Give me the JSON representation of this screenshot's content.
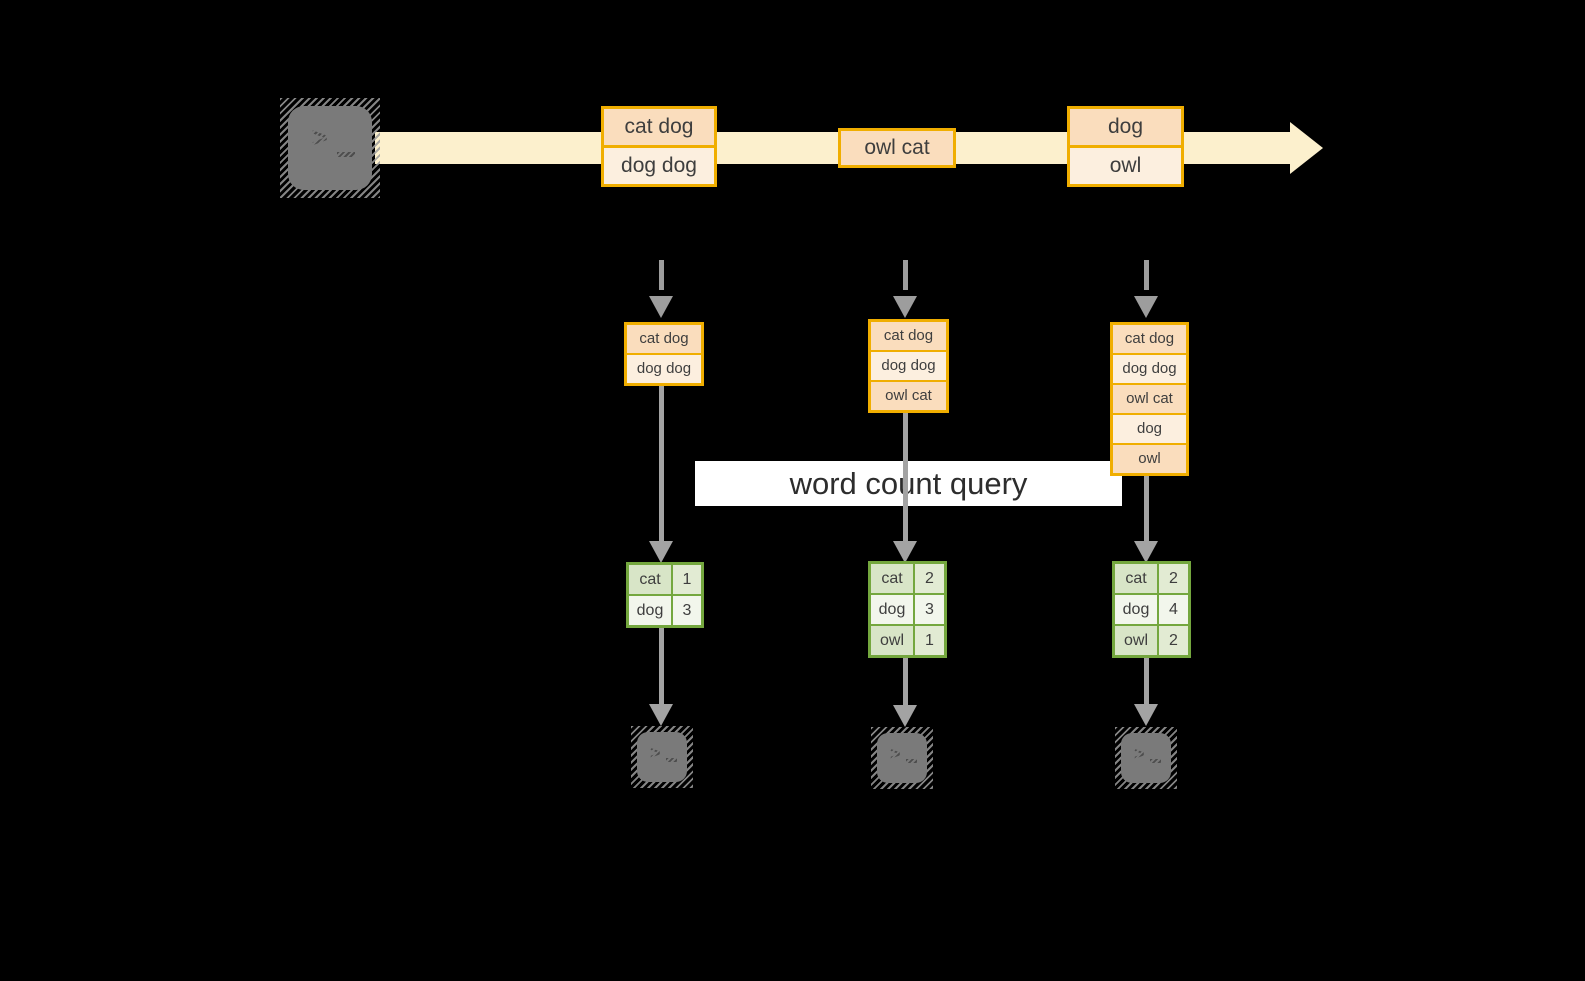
{
  "diagram": {
    "query_label": "word count query",
    "colors": {
      "background": "#000000",
      "stream_band": "#FCF0CD",
      "event_border": "#F0AE00",
      "event_fill_dark": "#FADDBD",
      "event_fill_light": "#FCEFDF",
      "table_border": "#74A73E",
      "table_fill_dark": "#D8E5C7",
      "table_fill_light": "#F2F6EC",
      "arrow_gray": "#A3A3A3",
      "terminal_gray": "#7A7A7A"
    },
    "stream_events": [
      {
        "rows": [
          "cat dog",
          "dog dog"
        ]
      },
      {
        "rows": [
          "owl cat"
        ]
      },
      {
        "rows": [
          "dog",
          "owl"
        ]
      }
    ],
    "snapshots": [
      {
        "buffer": [
          "cat dog",
          "dog dog"
        ],
        "counts": [
          {
            "word": "cat",
            "count": "1"
          },
          {
            "word": "dog",
            "count": "3"
          }
        ]
      },
      {
        "buffer": [
          "cat dog",
          "dog dog",
          "owl cat"
        ],
        "counts": [
          {
            "word": "cat",
            "count": "2"
          },
          {
            "word": "dog",
            "count": "3"
          },
          {
            "word": "owl",
            "count": "1"
          }
        ]
      },
      {
        "buffer": [
          "cat dog",
          "dog dog",
          "owl cat",
          "dog",
          "owl"
        ],
        "counts": [
          {
            "word": "cat",
            "count": "2"
          },
          {
            "word": "dog",
            "count": "4"
          },
          {
            "word": "owl",
            "count": "2"
          }
        ]
      }
    ]
  }
}
